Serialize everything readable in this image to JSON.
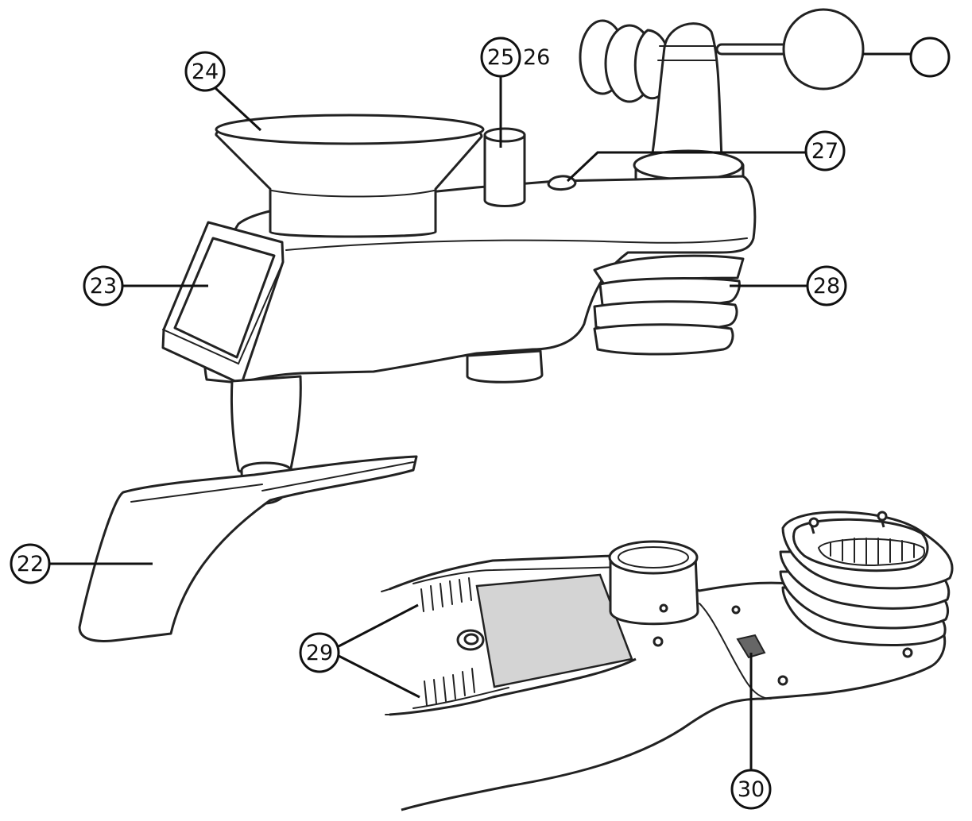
{
  "callouts": [
    {
      "id": "22",
      "label": "22"
    },
    {
      "id": "23",
      "label": "23"
    },
    {
      "id": "24",
      "label": "24"
    },
    {
      "id": "25",
      "label": "25"
    },
    {
      "id": "26",
      "label": "26"
    },
    {
      "id": "27",
      "label": "27"
    },
    {
      "id": "28",
      "label": "28"
    },
    {
      "id": "29",
      "label": "29"
    },
    {
      "id": "30",
      "label": "30"
    }
  ]
}
